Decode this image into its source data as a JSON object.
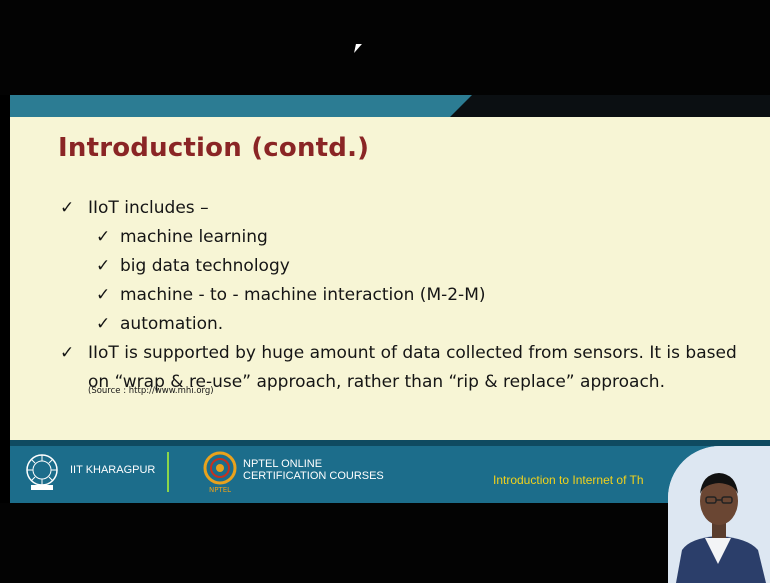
{
  "slide": {
    "title": "Introduction (contd.)",
    "check_glyph": "✓",
    "bullets": [
      "IIoT includes –",
      "machine learning",
      "big data technology",
      "machine - to - machine interaction (M-2-M)",
      "automation.",
      "IIoT is supported by huge amount of data collected from sensors. It is based on “wrap & re-use” approach, rather than “rip & replace” approach."
    ],
    "source": "(Source : http://www.mhi.org)"
  },
  "footer": {
    "institute": "IIT KHARAGPUR",
    "nptel_line1": "NPTEL ONLINE",
    "nptel_line2": "CERTIFICATION COURSES",
    "nptel_logo_text": "NPTEL",
    "course_title": "Introduction to Internet of Th"
  },
  "colors": {
    "slide_bg": "#f7f5d5",
    "title": "#8a2525",
    "header_bar": "#2c7c93",
    "footer_bar": "#1c6d8b",
    "course_title": "#f2d21b",
    "divider": "#8bd64a"
  },
  "icons": [
    "checkmark-icon",
    "iit-kharagpur-logo-icon",
    "nptel-logo-icon",
    "mouse-cursor-icon"
  ]
}
